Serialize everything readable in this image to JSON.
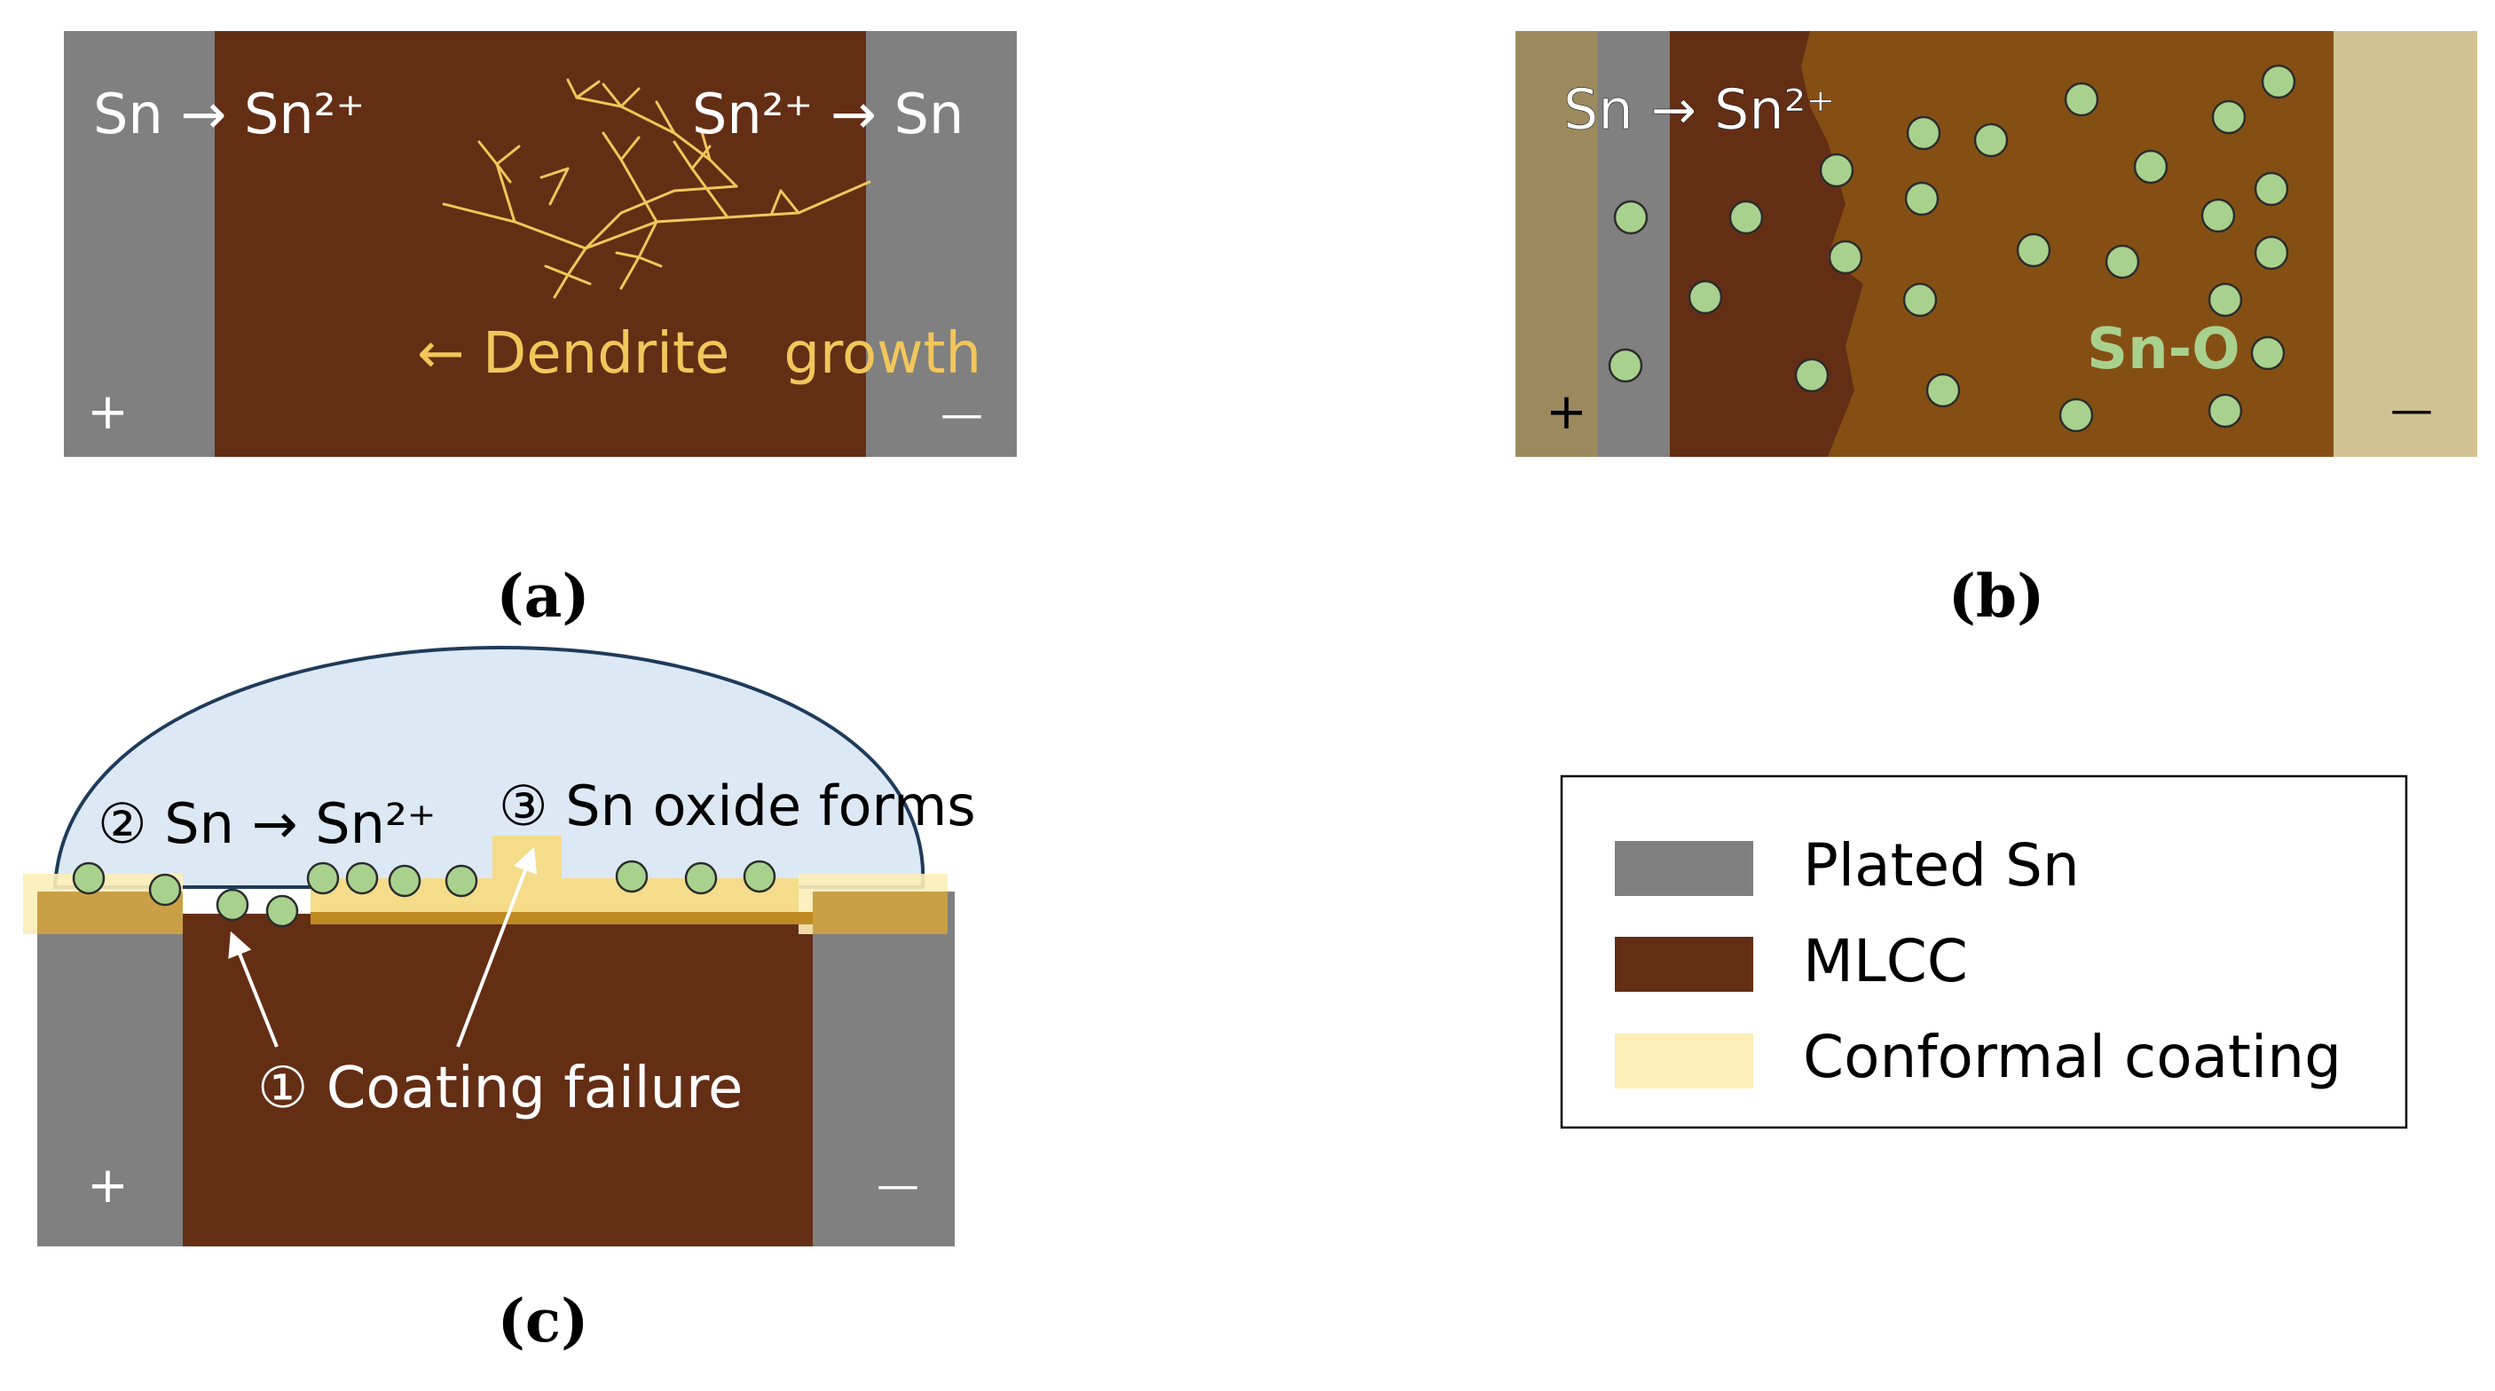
{
  "panel_a": {
    "caption": "(a)",
    "left_reaction": "Sn → Sn²⁺",
    "right_reaction": "Sn²⁺ → Sn",
    "dendrite_label": "← Dendrite   growth",
    "plus": "+",
    "minus": "—"
  },
  "panel_b": {
    "caption": "(b)",
    "reaction": "Sn → Sn²⁺",
    "oxide_label": "Sn-O",
    "plus": "+",
    "minus": "—"
  },
  "panel_c": {
    "caption": "(c)",
    "step2": "② Sn → Sn²⁺",
    "step3": "③ Sn oxide forms",
    "step1": "① Coating failure",
    "plus": "+",
    "minus": "—"
  },
  "legend": {
    "items": [
      {
        "label": "Plated Sn",
        "color": "#808080"
      },
      {
        "label": "MLCC",
        "color": "#642e15"
      },
      {
        "label": "Conformal coating",
        "color": "#fdeeb8"
      }
    ]
  },
  "colors": {
    "plated_sn": "#808080",
    "mlcc": "#642e15",
    "sn_oxide_region": "#854f14",
    "coating": "#fdeeb8",
    "coating_dark": "#c9a045",
    "sn_oxide_particle": "#a9d18e",
    "dendrite": "#f2c65a",
    "dome": "#dde8f5"
  }
}
